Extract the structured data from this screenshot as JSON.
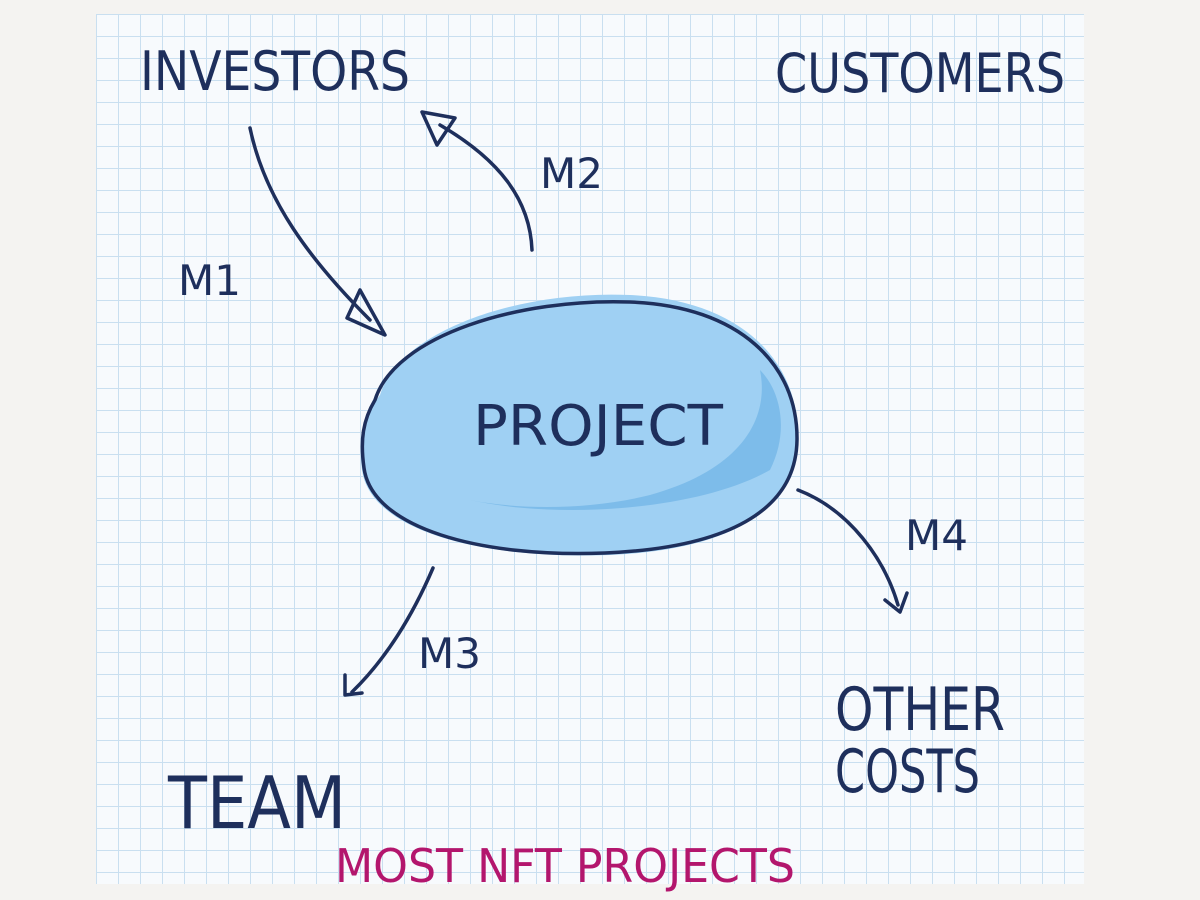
{
  "nodes": {
    "investors": "INVESTORS",
    "customers": "CUSTOMERS",
    "project": "PROJECT",
    "team": "TEAM",
    "other_costs_line1": "OTHER",
    "other_costs_line2": "COSTS"
  },
  "edges": {
    "m1": "M1",
    "m2": "M2",
    "m3": "M3",
    "m4": "M4"
  },
  "caption": "MOST NFT PROJECTS",
  "colors": {
    "ink": "#1e2f5c",
    "caption": "#b3166d",
    "project_fill": "#8cc4ec",
    "grid": "#c9dff0"
  }
}
